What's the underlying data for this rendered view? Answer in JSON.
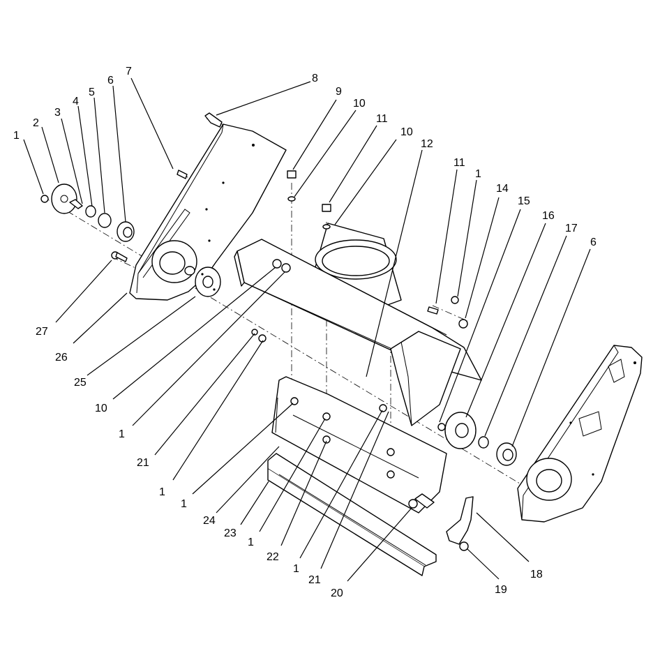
{
  "callouts": [
    "1",
    "2",
    "3",
    "4",
    "5",
    "6",
    "7",
    "8",
    "9",
    "10",
    "11",
    "10",
    "12",
    "11",
    "1",
    "14",
    "15",
    "16",
    "17",
    "6",
    "27",
    "26",
    "25",
    "10",
    "1",
    "21",
    "1",
    "1",
    "24",
    "23",
    "1",
    "22",
    "1",
    "21",
    "20",
    "19",
    "18"
  ],
  "line_color": "#000000",
  "background": "#ffffff"
}
